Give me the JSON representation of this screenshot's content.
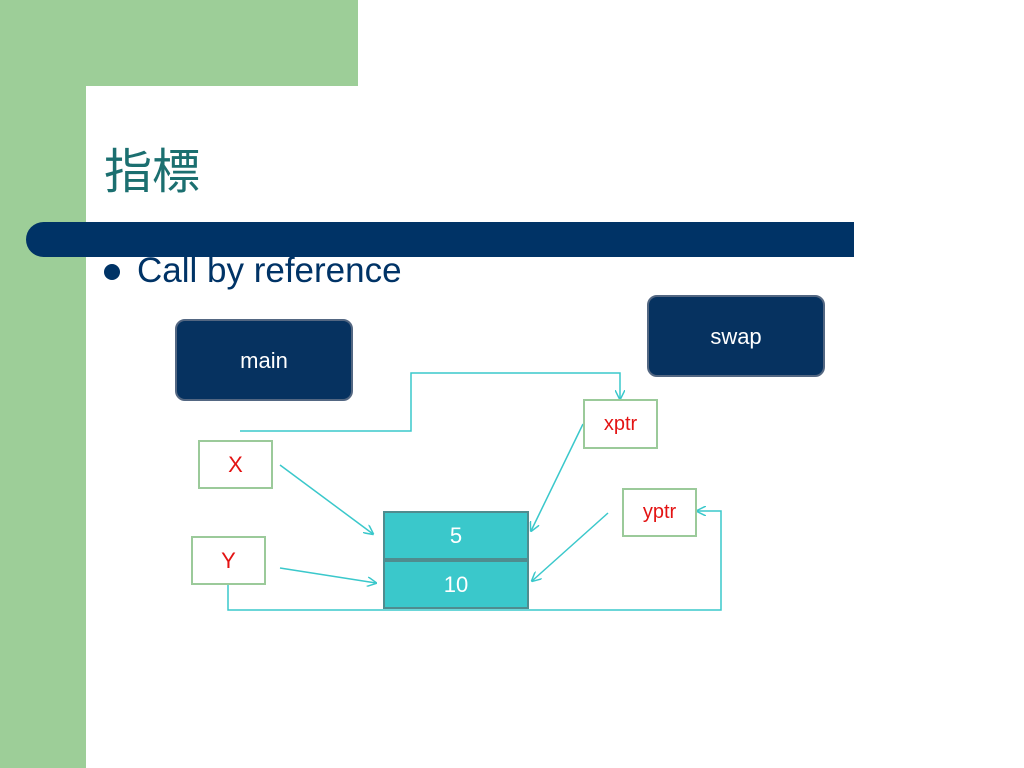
{
  "title": "指標",
  "bullet": "Call by reference",
  "functions": {
    "main": "main",
    "swap": "swap"
  },
  "variables": {
    "x": "X",
    "y": "Y",
    "xptr": "xptr",
    "yptr": "yptr"
  },
  "memory": {
    "cell1": "5",
    "cell2": "10"
  },
  "colors": {
    "sidebar": "#9dce98",
    "title_bar": "#003366",
    "title_text": "#1b6f70",
    "function_box": "#063260",
    "variable_text": "#e31313",
    "memory_cell": "#3ac8cb",
    "arrow": "#3ac8cb"
  }
}
